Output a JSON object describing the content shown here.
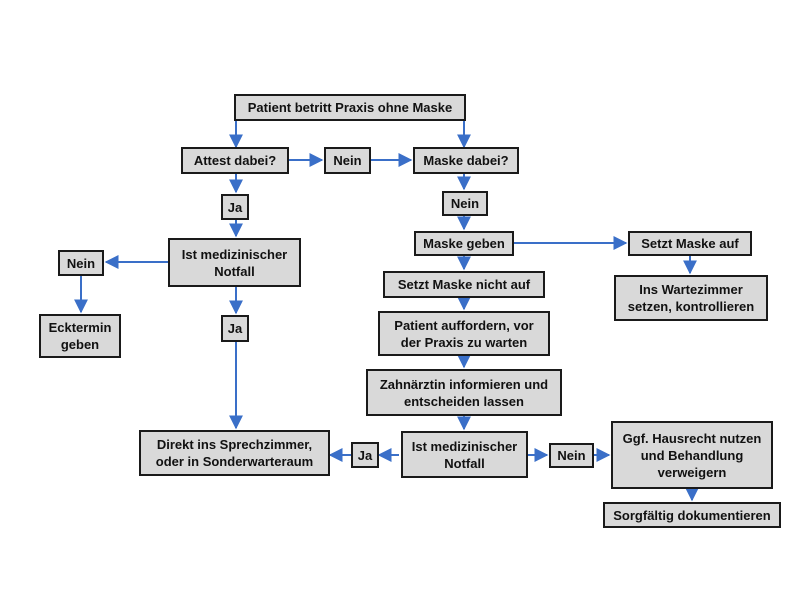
{
  "nodes": {
    "start": "Patient betritt Praxis ohne Maske",
    "attest": "Attest dabei?",
    "nein_attest": "Nein",
    "maske_dabei": "Maske dabei?",
    "ja_attest": "Ja",
    "nein_maske": "Nein",
    "notfall_1": "Ist medizinischer\nNotfall",
    "maske_geben": "Maske geben",
    "setzt_auf": "Setzt Maske auf",
    "nein_notfall_1": "Nein",
    "setzt_nicht_auf": "Setzt Maske nicht auf",
    "wartezimmer": "Ins Wartezimmer\nsetzen, kontrollieren",
    "ecktermin": "Ecktermin\ngeben",
    "ja_notfall_1": "Ja",
    "auffordern": "Patient auffordern, vor\nder Praxis zu warten",
    "zahnaerztin": "Zahnärztin informieren und\nentscheiden lassen",
    "direkt": "Direkt ins Sprechzimmer,\noder in Sonderwarteraum",
    "ja_notfall_2": "Ja",
    "notfall_2": "Ist medizinischer\nNotfall",
    "nein_notfall_2": "Nein",
    "hausrecht": "Ggf. Hausrecht nutzen\nund Behandlung\nverweigern",
    "dokumentieren": "Sorgfältig dokumentieren"
  },
  "colors": {
    "box_fill": "#d9d9d9",
    "box_border": "#1a1a1a",
    "connector": "#3a6fc8"
  }
}
